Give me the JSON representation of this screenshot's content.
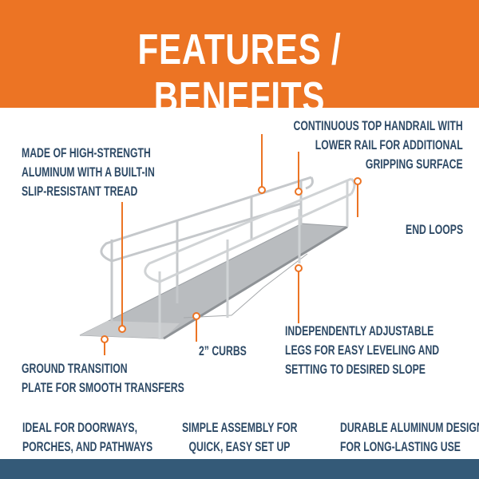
{
  "title": "FEATURES / BENEFITS",
  "colors": {
    "accent": "#ec7424",
    "text": "#2e4a66",
    "footer": "#345a78"
  },
  "callouts": {
    "material": [
      "MADE OF HIGH-STRENGTH",
      "ALUMINUM WITH A BUILT-IN",
      "SLIP-RESISTANT TREAD"
    ],
    "handrail": [
      "CONTINUOUS TOP HANDRAIL WITH",
      "LOWER RAIL FOR ADDITIONAL",
      "GRIPPING SURFACE"
    ],
    "end_loops": "END LOOPS",
    "legs": [
      "INDEPENDENTLY ADJUSTABLE",
      "LEGS FOR EASY LEVELING AND",
      "SETTING TO DESIRED SLOPE"
    ],
    "curbs": "2” CURBS",
    "ground": [
      "GROUND TRANSITION",
      "PLATE FOR SMOOTH TRANSFERS"
    ]
  },
  "benefits": [
    [
      "IDEAL FOR DOORWAYS,",
      "PORCHES, AND PATHWAYS"
    ],
    [
      "SIMPLE ASSEMBLY FOR",
      "QUICK, EASY SET UP"
    ],
    [
      "DURABLE ALUMINUM DESIGN",
      "FOR LONG-LASTING USE"
    ]
  ]
}
